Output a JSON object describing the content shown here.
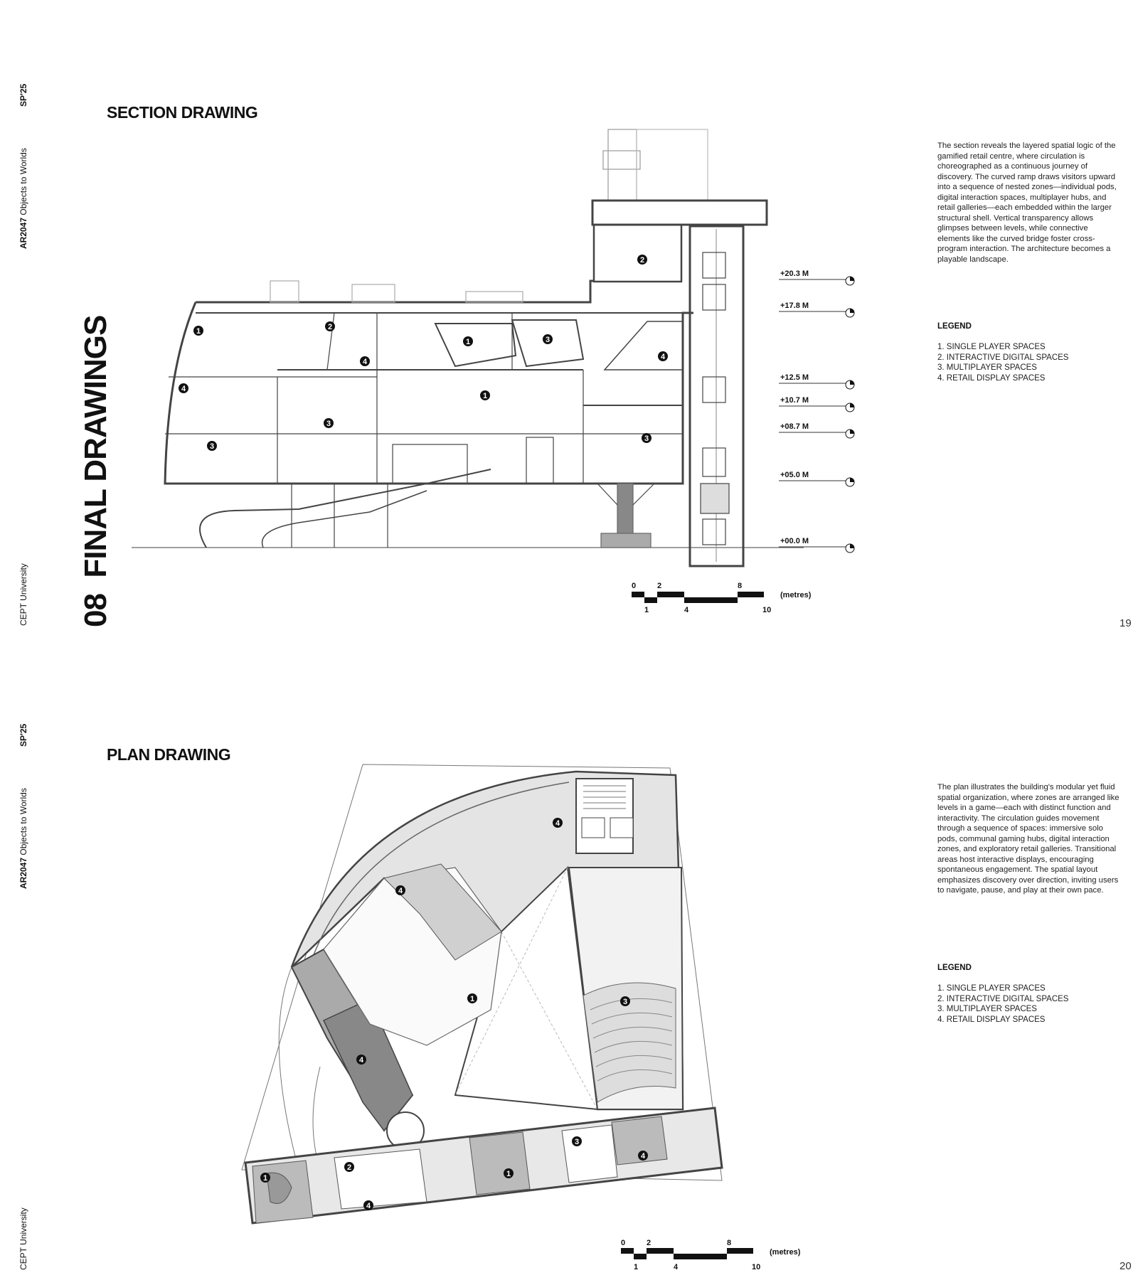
{
  "sidebar": {
    "course_code": "AR2047",
    "course_name": "Objects to Worlds",
    "semester": "SP'25",
    "university": "CEPT University"
  },
  "chapter": {
    "number": "08",
    "title": "FINAL DRAWINGS"
  },
  "page19": {
    "heading": "SECTION DRAWING",
    "description": "The section reveals the layered spatial logic of the gamified retail centre, where circulation is choreographed as a continuous journey of discovery. The curved ramp draws visitors upward into a sequence of nested zones—individual pods, digital interaction spaces, multiplayer hubs, and retail galleries—each embedded within the larger structural shell. Vertical transparency allows glimpses between levels, while connective elements like the curved bridge foster cross-program interaction. The architecture becomes a playable landscape.",
    "legend_title": "LEGEND",
    "legend": [
      "1. SINGLE PLAYER SPACES",
      "2. INTERACTIVE DIGITAL SPACES",
      "3. MULTIPLAYER SPACES",
      "4. RETAIL DISPLAY SPACES"
    ],
    "levels": [
      "+20.3 M",
      "+17.8 M",
      "+12.5 M",
      "+10.7 M",
      "+08.7 M",
      "+05.0 M",
      "+00.0 M"
    ],
    "scale": {
      "top_ticks": [
        "0",
        "2",
        "8"
      ],
      "bottom_ticks": [
        "1",
        "4",
        "10"
      ],
      "unit": "(metres)"
    },
    "zone_markers": [
      "1",
      "2",
      "1",
      "3",
      "4",
      "4",
      "4",
      "1",
      "3",
      "3",
      "3",
      "2"
    ],
    "page_number": "19"
  },
  "page20": {
    "heading": "PLAN DRAWING",
    "description": "The plan illustrates the building's modular yet fluid spatial organization, where zones are arranged like levels in a game—each with distinct function and interactivity. The circulation guides movement through a sequence of spaces: immersive solo pods, communal gaming hubs, digital interaction zones, and exploratory retail galleries. Transitional areas host interactive displays, encouraging spontaneous engagement. The spatial layout emphasizes discovery over direction, inviting users to navigate, pause, and play at their own pace.",
    "legend_title": "LEGEND",
    "legend": [
      "1. SINGLE PLAYER SPACES",
      "2. INTERACTIVE DIGITAL SPACES",
      "3. MULTIPLAYER SPACES",
      "4. RETAIL DISPLAY SPACES"
    ],
    "scale": {
      "top_ticks": [
        "0",
        "2",
        "8"
      ],
      "bottom_ticks": [
        "1",
        "4",
        "10"
      ],
      "unit": "(metres)"
    },
    "zone_markers": [
      "4",
      "4",
      "1",
      "3",
      "4",
      "1",
      "2",
      "4",
      "1",
      "3",
      "4"
    ],
    "page_number": "20"
  }
}
